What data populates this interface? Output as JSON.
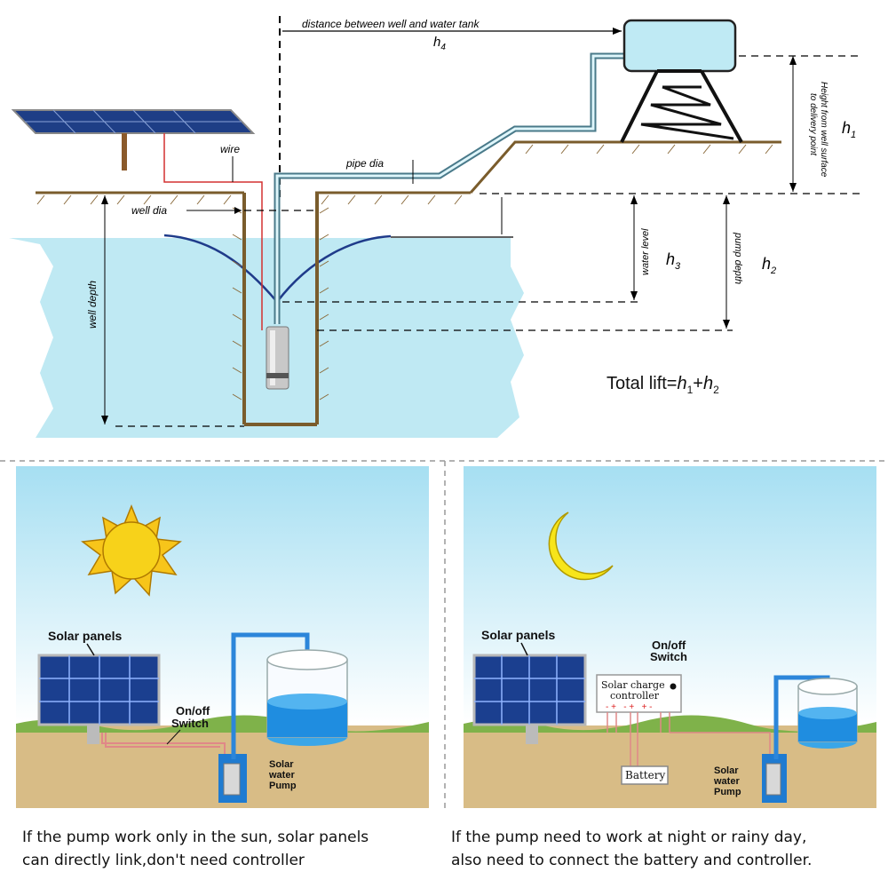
{
  "top": {
    "distance_label": "distance between well and water tank",
    "h4": "h",
    "h4_sub": "4",
    "pipe_dia": "pipe dia",
    "wire": "wire",
    "well_dia": "well dia",
    "well_depth": "well depth",
    "water_level": "water level",
    "pump_depth": "pump depth",
    "height_line1": "Height from well surface",
    "height_line2": "to delivery point",
    "h1": "h",
    "h1_sub": "1",
    "h2": "h",
    "h2_sub": "2",
    "h3": "h",
    "h3_sub": "3",
    "total_prefix": "Total lift=",
    "total_h": "h",
    "total_sub1": "1",
    "total_plus": "+",
    "total_sub2": "2"
  },
  "left_panel": {
    "solar_panels": "Solar panels",
    "onoff_line1": "On/off",
    "onoff_line2": "Switch",
    "pump_line1": "Solar",
    "pump_line2": "water",
    "pump_line3": "Pump",
    "caption_line1": "If the pump work only in the sun, solar panels",
    "caption_line2": "can directly link,don't need controller"
  },
  "right_panel": {
    "solar_panels": "Solar panels",
    "onoff_line1": "On/off",
    "onoff_line2": "Switch",
    "controller_line1": "Solar charge",
    "controller_line2": "controller",
    "controller_signs": "- +   - +   + -",
    "battery": "Battery",
    "pump_line1": "Solar",
    "pump_line2": "water",
    "pump_line3": "Pump",
    "caption_line1": "If the pump need to work at night or rainy day,",
    "caption_line2": "also need to connect the battery and controller."
  },
  "colors": {
    "water": "#bfe9f3",
    "ground": "#8a6a3a",
    "sky": "#c8ecf7",
    "grass": "#7fb24a",
    "sun": "#f7d21a",
    "moon": "#f7e51a",
    "tank": "#bfeaf4"
  }
}
